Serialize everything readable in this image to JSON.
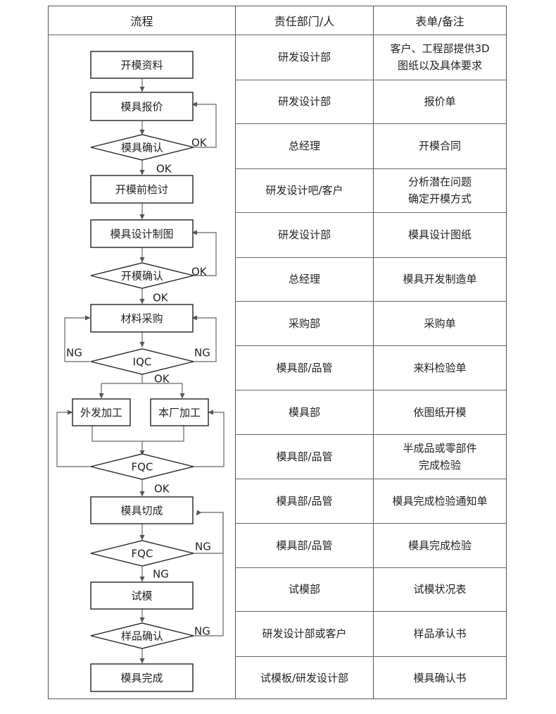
{
  "headers": {
    "flow": "流程",
    "dept": "责任部门/人",
    "form": "表单/备注"
  },
  "rows": [
    {
      "dept": "研发设计部",
      "form": "客户、工程部提供3D\n图纸以及具体要求"
    },
    {
      "dept": "研发设计部",
      "form": "报价单"
    },
    {
      "dept": "总经理",
      "form": "开模合同"
    },
    {
      "dept": "研发设计吧/客户",
      "form": "分析潜在问题\n确定开模方式"
    },
    {
      "dept": "研发设计部",
      "form": "模具设计图纸"
    },
    {
      "dept": "总经理",
      "form": "模具开发制造单"
    },
    {
      "dept": "采购部",
      "form": "采购单"
    },
    {
      "dept": "模具部/品管",
      "form": "来料检验单"
    },
    {
      "dept": "模具部",
      "form": "依图纸开模"
    },
    {
      "dept": "模具部/品管",
      "form": "半成品或零部件\n完成检验"
    },
    {
      "dept": "模具部/品管",
      "form": "模具完成检验通知单"
    },
    {
      "dept": "模具部/品管",
      "form": "模具完成检验"
    },
    {
      "dept": "试模部",
      "form": "试模状况表"
    },
    {
      "dept": "研发设计部或客户",
      "form": "样品承认书"
    },
    {
      "dept": "试模板/研发设计部",
      "form": "模具确认书"
    }
  ],
  "flow": {
    "boxes": {
      "b1": "开模资料",
      "b2": "模具报价",
      "b3": "开模前检讨",
      "b4": "模具设计制图",
      "b5": "材料采购",
      "b6a": "外发加工",
      "b6b": "本厂加工",
      "b7": "模具切成",
      "b8": "试模",
      "b9": "模具完成"
    },
    "decisions": {
      "d1": "模具确认",
      "d2": "开模确认",
      "d3": "IQC",
      "d4": "FQC",
      "d5": "FQC",
      "d6": "样品确认"
    },
    "labels": {
      "ok_d1_loop": "OK",
      "ok_d1_down": "OK",
      "ok_d2_loop": "OK",
      "ok_d2_down": "OK",
      "ng_d3_left": "NG",
      "ng_d3_right": "NG",
      "ok_d3_down": "OK",
      "ok_d4_down": "OK",
      "ng_d5_right": "NG",
      "ng_d5_down": "NG",
      "ng_d6_right": "NG"
    }
  }
}
